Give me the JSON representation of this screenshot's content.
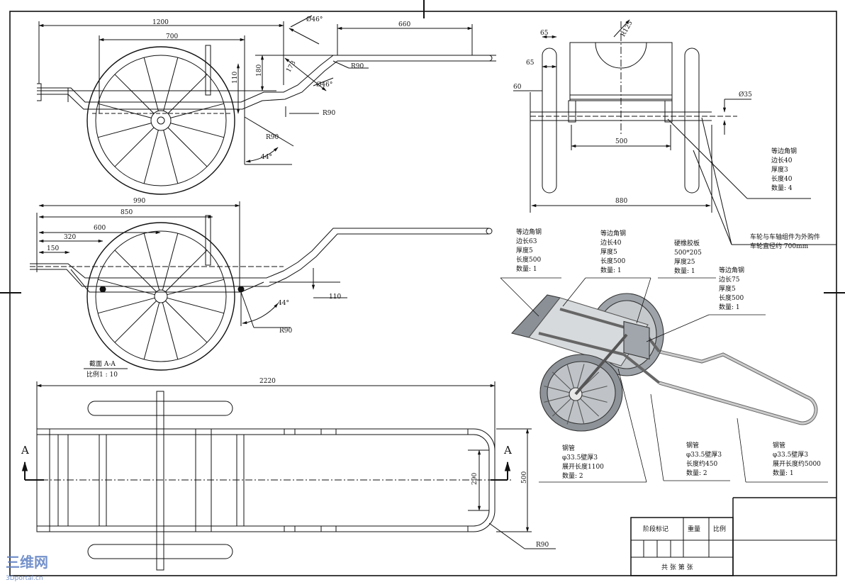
{
  "top_view": {
    "d_1200": "1200",
    "d_700": "700",
    "d_660": "660",
    "d_phi46_top": "Ø46°",
    "d_phi46_mid": "Ø46°",
    "d_r90_a": "R90",
    "d_r90_b": "R90",
    "d_r90_c": "R90",
    "d_173": "173",
    "d_180": "180",
    "d_110": "110",
    "d_44": "44°"
  },
  "end_view": {
    "d_65a": "65",
    "d_65b": "65",
    "d_60": "60",
    "d_r125": "R125",
    "d_phi35": "Ø35",
    "d_500": "500",
    "d_880": "880",
    "note1": [
      "等边角钢",
      "边长40",
      "厚度3",
      "长度40",
      "数量: 4"
    ],
    "note2": [
      "车轮与车轴组件为外购件",
      "车轮直径约 700mm"
    ]
  },
  "section_view": {
    "d_990": "990",
    "d_850": "850",
    "d_600": "600",
    "d_320": "320",
    "d_150": "150",
    "d_110": "110",
    "d_44": "44°",
    "d_r90": "R90",
    "caption": "截面 A-A",
    "scale": "比例1 : 10"
  },
  "plan_view": {
    "d_2220": "2220",
    "d_290": "290",
    "d_500": "500",
    "d_r90": "R90",
    "label_a_left": "A",
    "label_a_right": "A"
  },
  "iso_notes": {
    "n1": [
      "等边角钢",
      "边长63",
      "厚度5",
      "长度500",
      "数量: 1"
    ],
    "n2": [
      "等边角钢",
      "边长40",
      "厚度5",
      "长度500",
      "数量: 1"
    ],
    "n3": [
      "硬橡胶板",
      "500*205",
      "厚度25",
      "数量: 1"
    ],
    "n4": [
      "等边角钢",
      "边长75",
      "厚度5",
      "长度500",
      "数量: 1"
    ],
    "n5": [
      "钢管",
      "φ33.5壁厚3",
      "展开长度1100",
      "数量: 2"
    ],
    "n6": [
      "钢管",
      "φ33.5壁厚3",
      "长度约450",
      "数量: 2"
    ],
    "n7": [
      "钢管",
      "φ33.5壁厚3",
      "展开长度约5000",
      "数量: 1"
    ]
  },
  "title_block": {
    "stage": "阶段标记",
    "weight": "重量",
    "scale": "比例",
    "sheets": "共 张 第 张"
  },
  "watermark": {
    "cn": "三维网",
    "en": "3Dportal.cn"
  }
}
